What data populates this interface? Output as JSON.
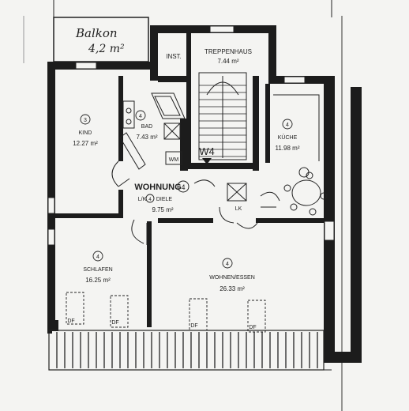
{
  "balcony": {
    "name": "Balkon",
    "area": "4,2 m²"
  },
  "inst": {
    "label": "INST."
  },
  "stair": {
    "name": "TREPPENHAUS",
    "area": "7.44 m²"
  },
  "unit": {
    "code": "W4",
    "label": "WOHNUNG",
    "num": "4"
  },
  "rooms": [
    {
      "id": "kind",
      "num": "3",
      "name": "KIND",
      "area": "12.27 m²"
    },
    {
      "id": "bad",
      "num": "4",
      "name": "BAD",
      "area": "7.43 m²"
    },
    {
      "id": "kueche",
      "num": "4",
      "name": "KÜCHE",
      "area": "11.98 m²"
    },
    {
      "id": "diele",
      "num": "4",
      "name": "DIELE",
      "area": "9.75 m²",
      "prefix": "L/K"
    },
    {
      "id": "schlafen",
      "num": "4",
      "name": "SCHLAFEN",
      "area": "16.25 m²"
    },
    {
      "id": "wohnen",
      "num": "4",
      "name": "WOHNEN/ESSEN",
      "area": "26.33 m²"
    }
  ],
  "fixtures": {
    "wm": "WM",
    "lk": "LK",
    "df": "DF"
  },
  "colors": {
    "ink": "#1c1c1c",
    "paper": "#f4f4f2"
  }
}
